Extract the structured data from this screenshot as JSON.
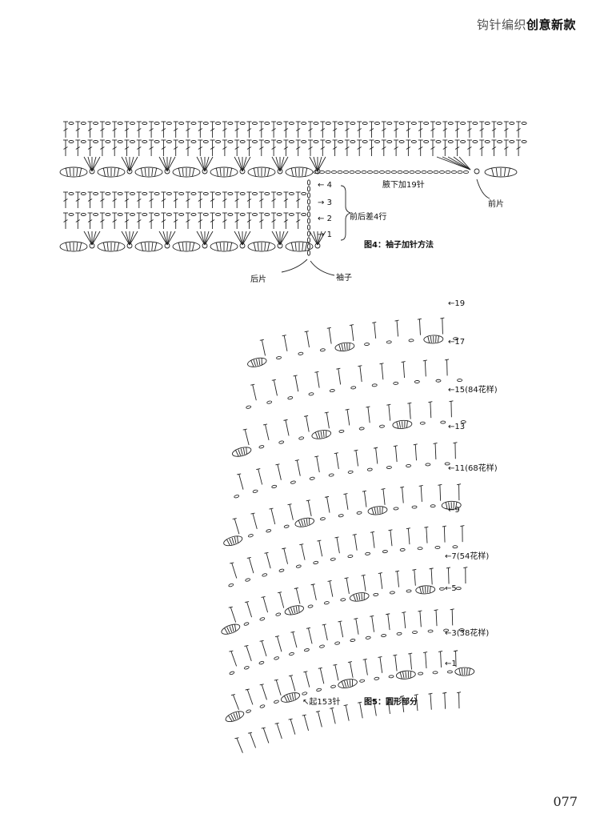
{
  "header": {
    "series": "钩针编织",
    "title": "创意新款"
  },
  "fig4": {
    "caption": "图4：袖子加针方法",
    "underarm_note": "腋下加19针",
    "front_label": "前片",
    "back_label": "后片",
    "sleeve_label": "袖子",
    "diff_note": "前后差4行",
    "row_markers": [
      "4",
      "3",
      "2",
      "1"
    ]
  },
  "fig5": {
    "caption": "图5：圆形部分",
    "start_note": "起153针",
    "row_markers": [
      "←19",
      "←17",
      "←15(84花样)",
      "←13",
      "←11(68花样)",
      "←9",
      "←7(54花样)",
      "←5",
      "←3(38花样)",
      "←1"
    ]
  },
  "page_number": "077"
}
